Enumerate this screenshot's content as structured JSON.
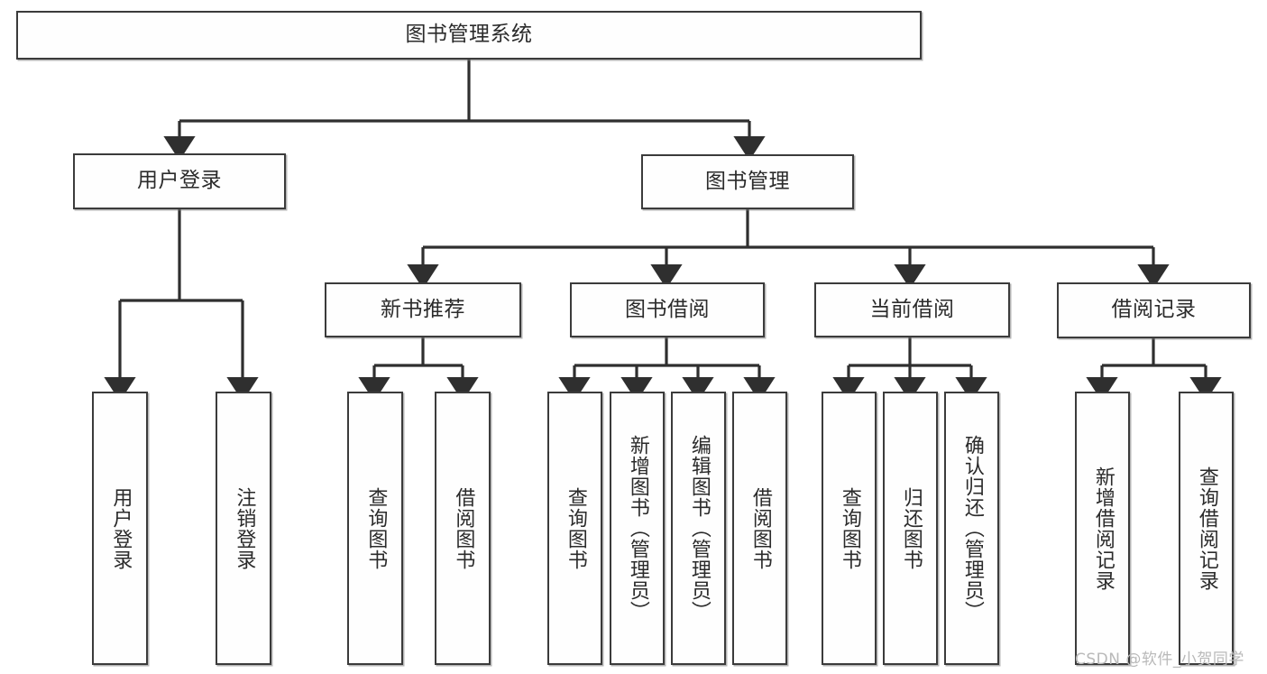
{
  "diagram": {
    "title": "图书管理系统",
    "type": "tree-hierarchy",
    "orientation": "top-down",
    "colors": {
      "box_border": "#3b3b3b",
      "box_fill": "#fefefe",
      "text": "#2b2b2b",
      "edge": "#2f2f2f",
      "watermark": "#b9b9b9"
    },
    "root": {
      "label": "图书管理系统"
    },
    "level2": [
      {
        "label": "用户登录"
      },
      {
        "label": "图书管理"
      }
    ],
    "level3": [
      {
        "label": "新书推荐"
      },
      {
        "label": "图书借阅"
      },
      {
        "label": "当前借阅"
      },
      {
        "label": "借阅记录"
      }
    ],
    "leaves_user_login": [
      {
        "label": "用户登录"
      },
      {
        "label": "注销登录"
      }
    ],
    "leaves_new_book": [
      {
        "label": "查询图书"
      },
      {
        "label": "借阅图书"
      }
    ],
    "leaves_borrow": [
      {
        "label": "查询图书"
      },
      {
        "label": "新增图书（管理员）"
      },
      {
        "label": "编辑图书（管理员）"
      },
      {
        "label": "借阅图书"
      }
    ],
    "leaves_current": [
      {
        "label": "查询图书"
      },
      {
        "label": "归还图书"
      },
      {
        "label": "确认归还（管理员）"
      }
    ],
    "leaves_record": [
      {
        "label": "新增借阅记录"
      },
      {
        "label": "查询借阅记录"
      }
    ]
  },
  "watermark": {
    "text": "CSDN @软件_小贺同学"
  }
}
